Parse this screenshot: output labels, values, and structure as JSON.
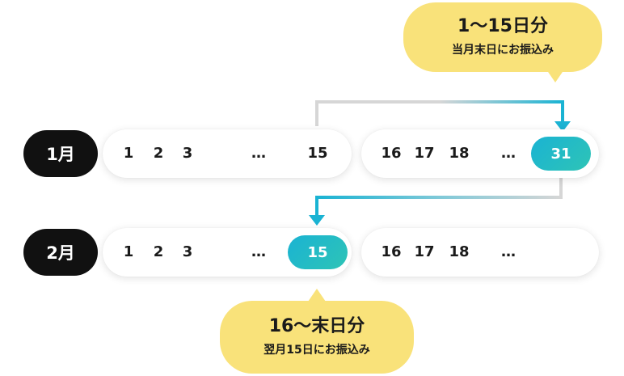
{
  "rows": [
    {
      "month": "1月",
      "first_half": [
        "1",
        "2",
        "3",
        "…",
        "15"
      ],
      "second_half": [
        "16",
        "17",
        "18",
        "…"
      ],
      "highlight": "31"
    },
    {
      "month": "2月",
      "first_half": [
        "1",
        "2",
        "3",
        "…"
      ],
      "highlight": "15",
      "second_half": [
        "16",
        "17",
        "18",
        "…"
      ]
    }
  ],
  "callouts": {
    "top": {
      "title": "1〜15日分",
      "subtitle": "当月末日にお振込み"
    },
    "bottom": {
      "title": "16〜末日分",
      "subtitle": "翌月15日にお振込み"
    }
  },
  "colors": {
    "badge": "#111111",
    "highlight_start": "#1ab3d3",
    "highlight_end": "#2ec4b6",
    "bubble": "#f9e27a",
    "arrow": "#1ab3d3",
    "connector": "#d6d6d6"
  }
}
